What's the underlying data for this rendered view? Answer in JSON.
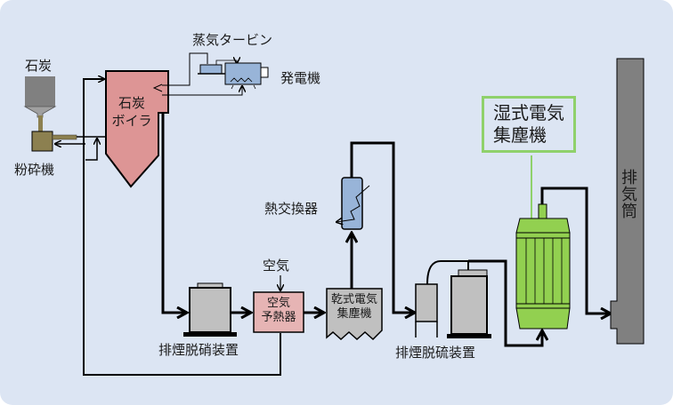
{
  "title": "石炭火力発電所の排煙処理設備フロー",
  "labels": {
    "coal": "石炭",
    "pulverizer": "粉砕機",
    "boiler_line1": "石炭",
    "boiler_line2": "ボイラ",
    "steam_turbine": "蒸気タービン",
    "generator": "発電機",
    "heat_exchanger": "熱交換器",
    "air": "空気",
    "air_preheater_line1": "空気",
    "air_preheater_line2": "予熱器",
    "dry_esp_line1": "乾式電気",
    "dry_esp_line2": "集塵機",
    "denitrification": "排煙脱硝装置",
    "desulfurization": "排煙脱硫装置",
    "wet_esp_line1": "湿式電気",
    "wet_esp_line2": "集塵機",
    "stack": "排気筒"
  },
  "colors": {
    "background": "#dce5f3",
    "boiler": "#dd9595",
    "air_preheater": "#e6b4b4",
    "equipment_gray": "#c0c0c0",
    "coal_hopper": "#808080",
    "pulverizer": "#8c8050",
    "turbine_blue": "#98b4d8",
    "wet_esp_green": "#92d050",
    "callout_border": "#8fd16b",
    "stack": "#808080"
  }
}
